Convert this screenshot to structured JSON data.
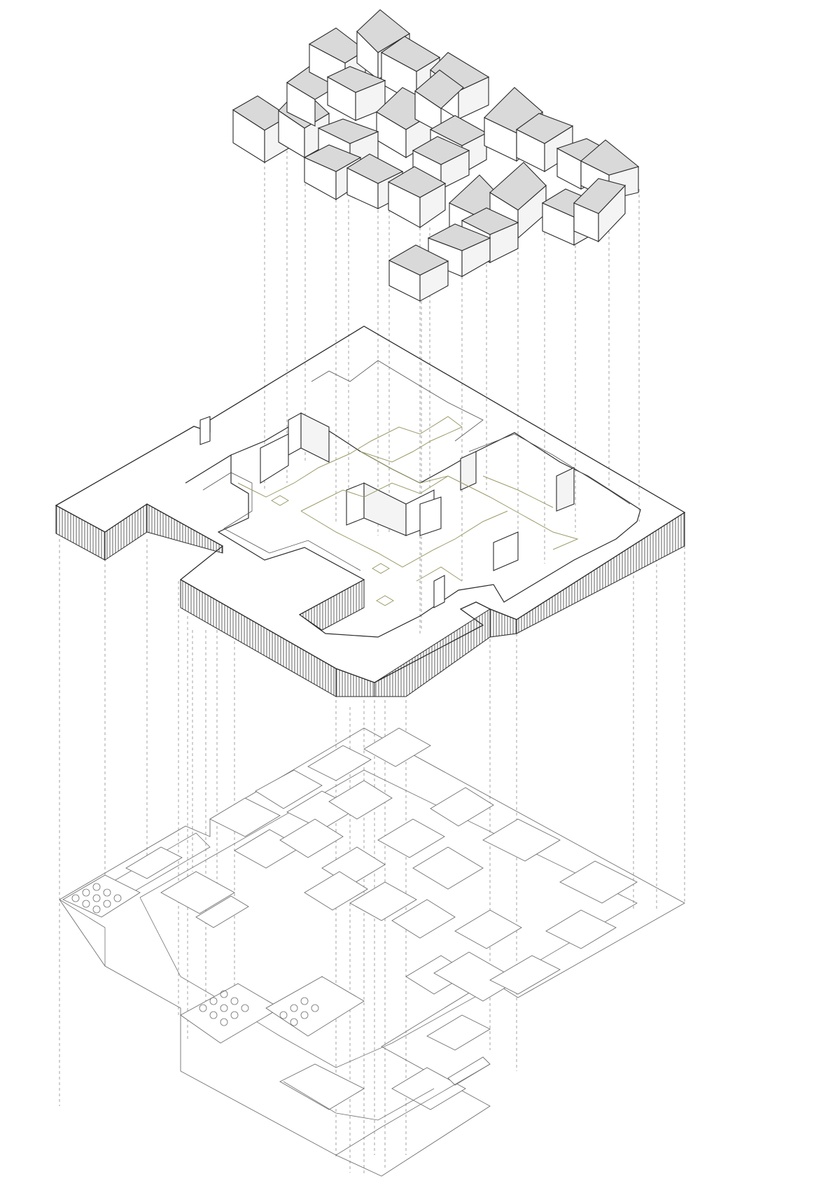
{
  "diagram": {
    "kind": "exploded axonometric",
    "layers": [
      {
        "id": "roof-volumes",
        "label": ""
      },
      {
        "id": "upper-slab",
        "label": ""
      },
      {
        "id": "ground-floor-plan",
        "label": ""
      }
    ],
    "colors": {
      "roof_fill": "#d9d9d9",
      "line": "#2a2a2a",
      "projection_dash": "#8c8c8c",
      "circulation_path": "#9b9b6a",
      "plan_line": "#6f6f6f"
    }
  }
}
